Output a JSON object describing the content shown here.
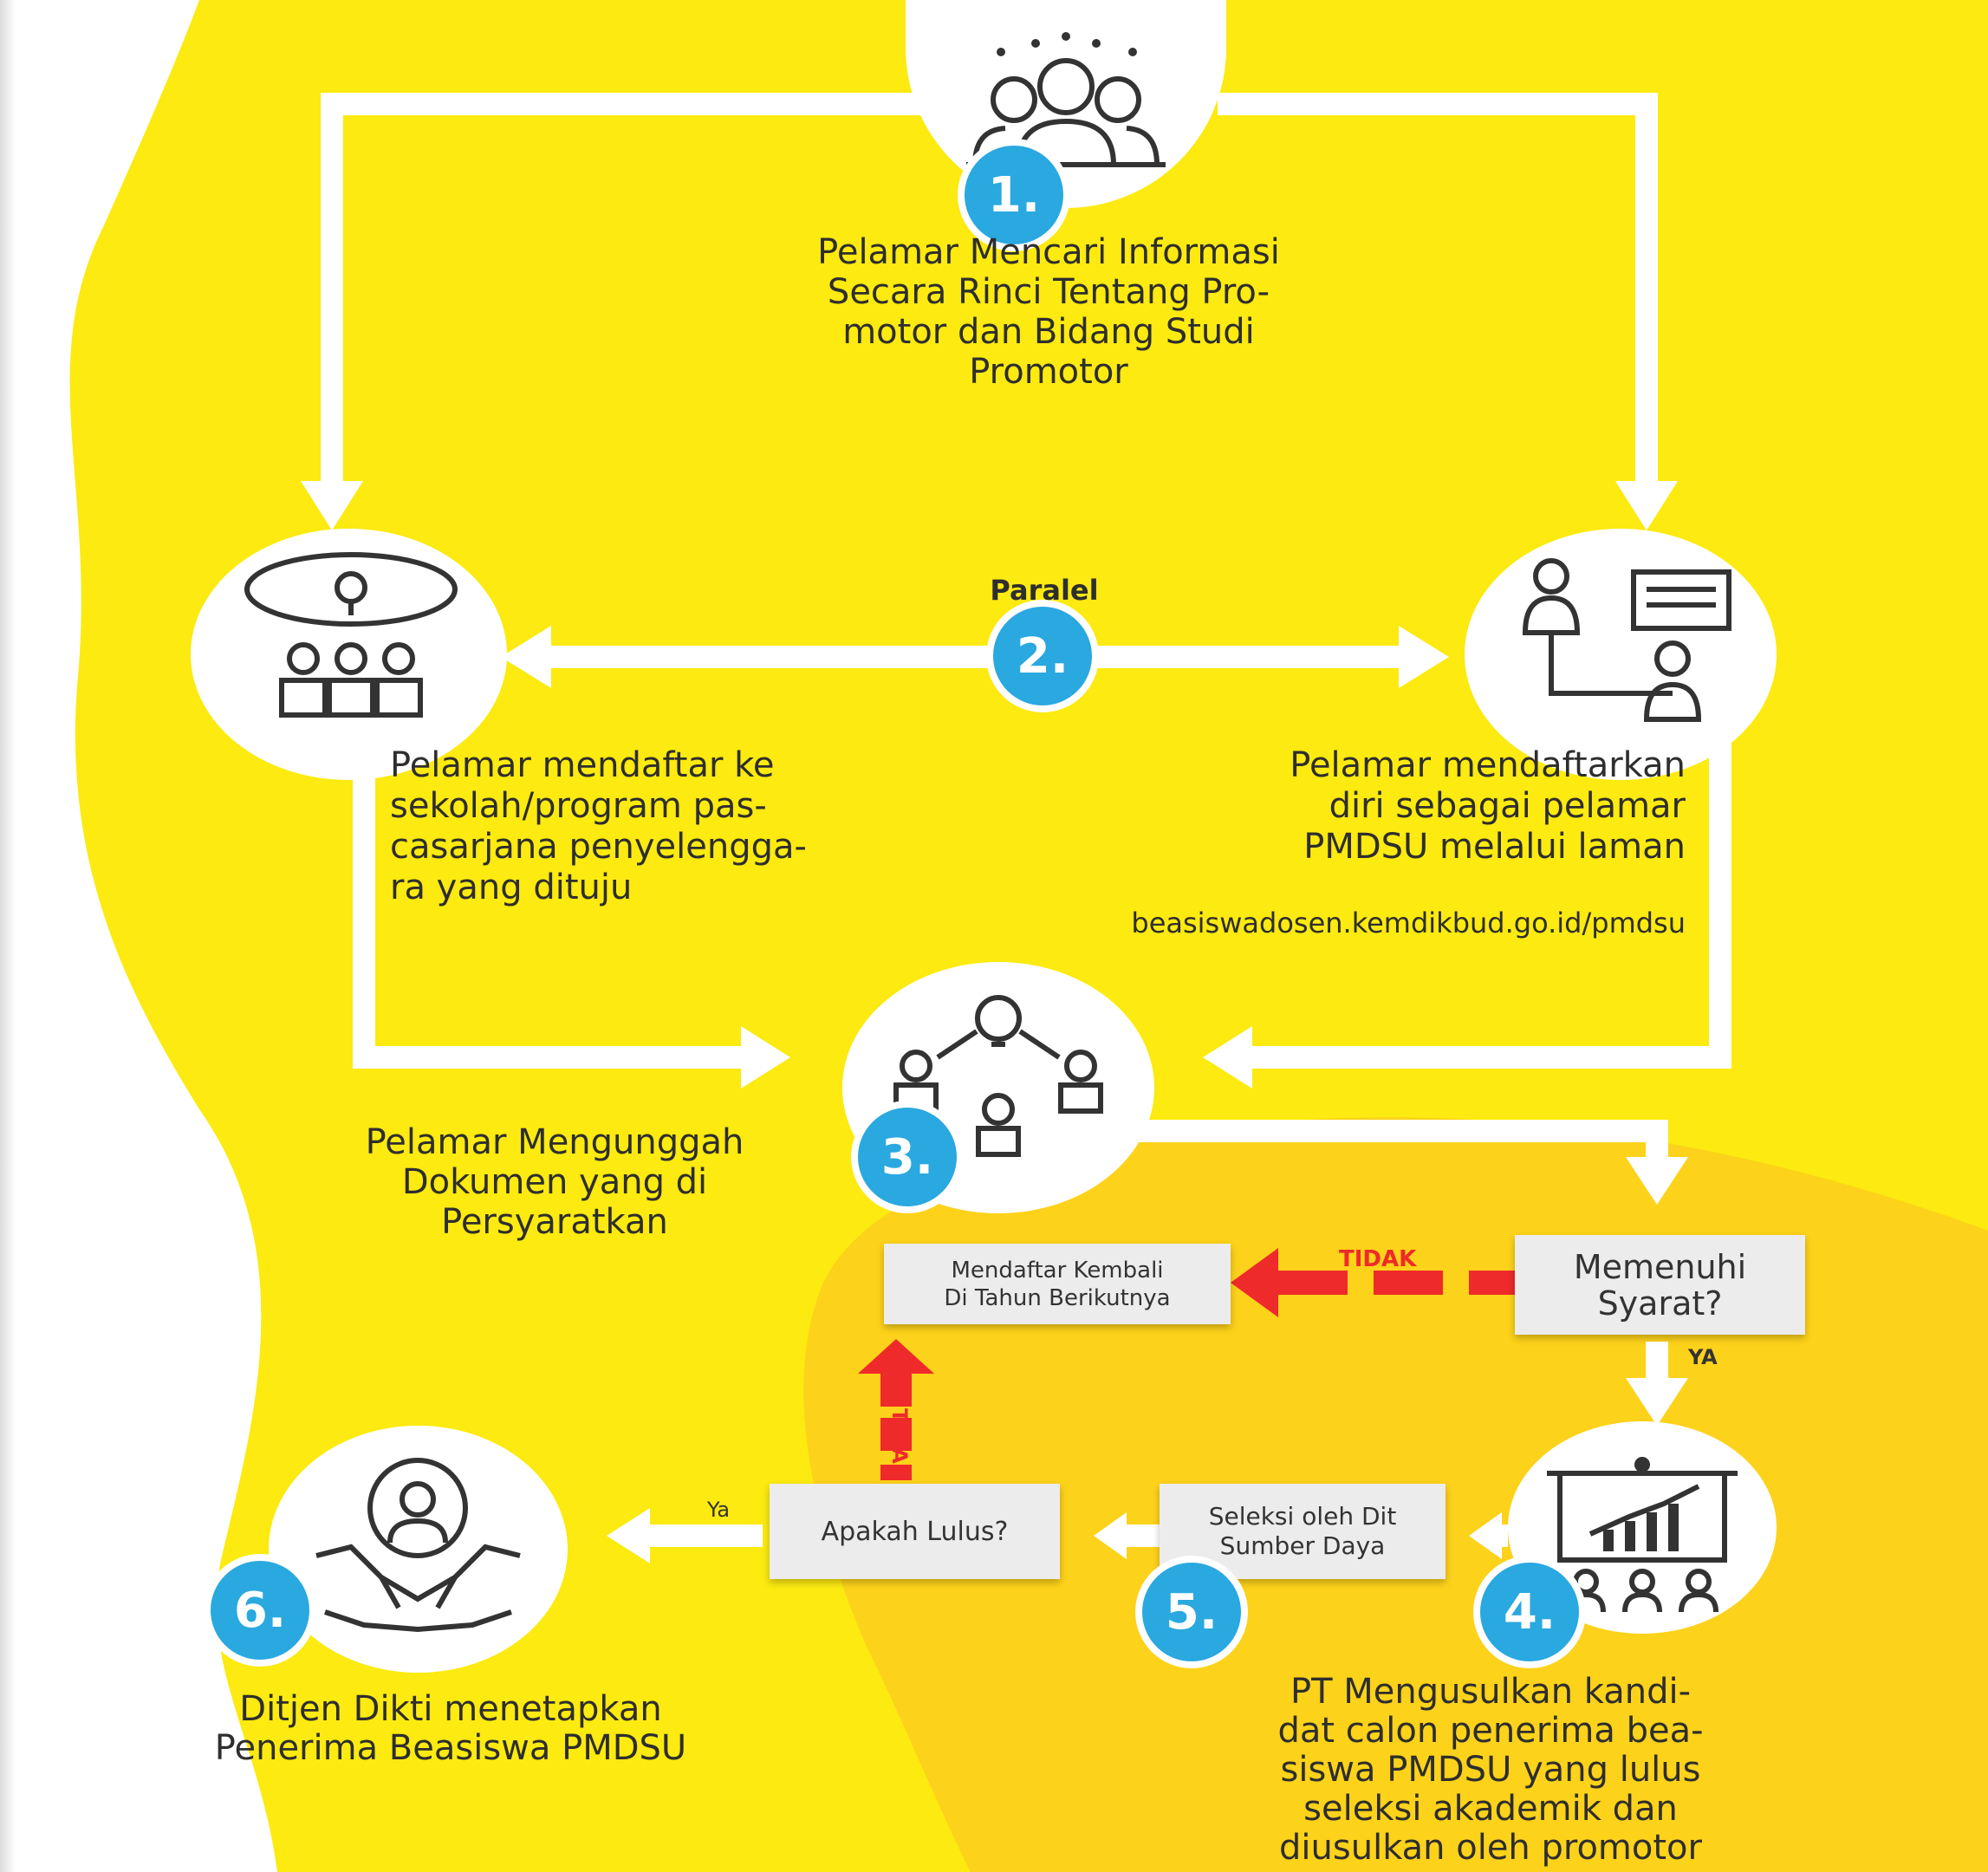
{
  "colors": {
    "yellow": "#fcea10",
    "orange": "#fdd21a",
    "blue": "#2aa8e0",
    "red": "#ef2a2a",
    "white": "#ffffff"
  },
  "steps": {
    "s1": {
      "num": "1.",
      "text": "Pelamar Mencari Informasi\nSecara Rinci Tentang Pro-\nmotor dan Bidang Studi\nPromotor",
      "icon": "group-people-icon"
    },
    "s2": {
      "num": "2.",
      "parallel_label": "Paralel",
      "left_text": "Pelamar mendaftar ke\nsekolah/program pas-\ncasarjana penyelengga-\nra yang dituju",
      "right_text": "Pelamar mendaftarkan\ndiri sebagai pelamar\nPMDSU melalui laman",
      "url": "beasiswadosen.kemdikbud.go.id/pmdsu",
      "left_icon": "discussion-idea-icon",
      "right_icon": "interview-icon"
    },
    "s3": {
      "num": "3.",
      "text": "Pelamar Mengunggah\nDokumen yang di\nPersyaratkan",
      "icon": "network-idea-icon"
    },
    "s4": {
      "num": "4.",
      "text": "PT Mengusulkan kandi-\ndat calon penerima bea-\nsiswa PMDSU yang lulus\nseleksi akademik dan\ndiusulkan oleh promotor",
      "icon": "presentation-icon"
    },
    "s5": {
      "num": "5."
    },
    "s6": {
      "num": "6.",
      "text": "Ditjen Dikti menetapkan\nPenerima Beasiswa PMDSU",
      "icon": "handshake-icon"
    }
  },
  "boxes": {
    "memenuhi": "Memenuhi\nSyarat?",
    "mendaftar_kembali": "Mendaftar Kembali\nDi Tahun Berikutnya",
    "seleksi": "Seleksi oleh Dit\nSumber Daya",
    "lulus": "Apakah Lulus?"
  },
  "labels": {
    "tidak_1": "TIDAK",
    "ya_1": "YA",
    "tidak_2": "TIDAK",
    "ya_2": "Ya"
  }
}
